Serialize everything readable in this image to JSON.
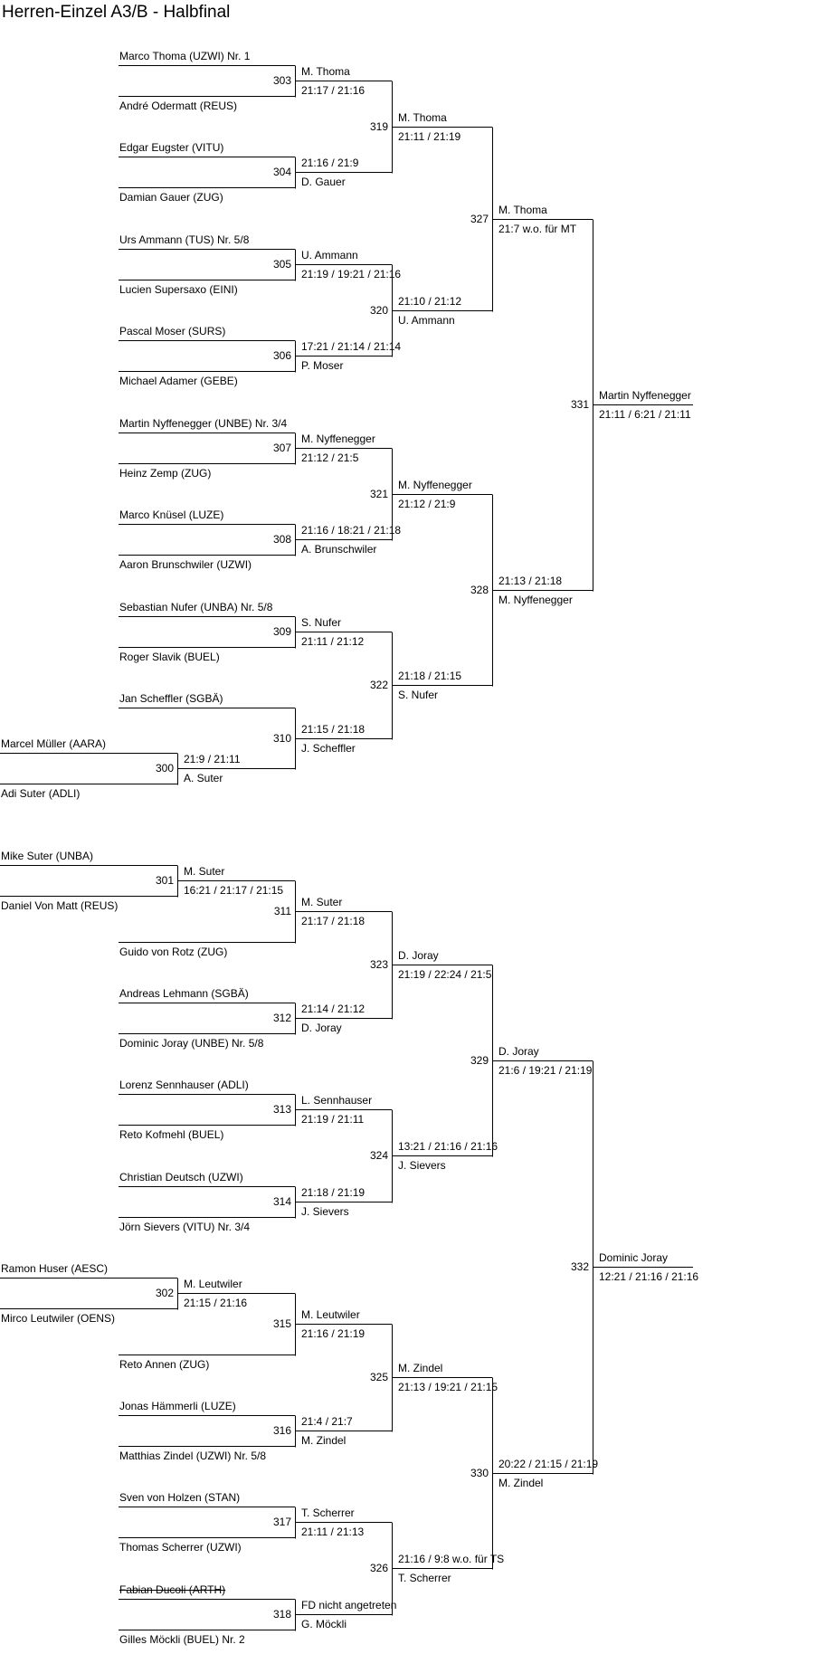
{
  "title": "Herren-Einzel A3/B - Halbfinal",
  "matches": {
    "300": {
      "number": "300",
      "winner": "A. Suter",
      "score": "21:9 / 21:11",
      "top_player": "Marcel Müller (AARA)",
      "bottom_player": "Adi Suter (ADLI)"
    },
    "301": {
      "number": "301",
      "winner": "M. Suter",
      "score": "16:21 / 21:17 / 21:15",
      "top_player": "Mike Suter (UNBA)",
      "bottom_player": "Daniel Von Matt (REUS)"
    },
    "302": {
      "number": "302",
      "winner": "M. Leutwiler",
      "score": "21:15 / 21:16",
      "top_player": "Ramon Huser (AESC)",
      "bottom_player": "Mirco Leutwiler (OENS)"
    },
    "303": {
      "number": "303",
      "winner": "M. Thoma",
      "score": "21:17 / 21:16",
      "top_player": "Marco Thoma (UZWI) Nr. 1",
      "bottom_player": "André Odermatt (REUS)"
    },
    "304": {
      "number": "304",
      "winner": "D. Gauer",
      "score": "21:16 / 21:9",
      "top_player": "Edgar Eugster (VITU)",
      "bottom_player": "Damian Gauer (ZUG)"
    },
    "305": {
      "number": "305",
      "winner": "U. Ammann",
      "score": "21:19 / 19:21 / 21:16",
      "top_player": "Urs Ammann (TUS) Nr. 5/8",
      "bottom_player": "Lucien Supersaxo (EINI)"
    },
    "306": {
      "number": "306",
      "winner": "P. Moser",
      "score": "17:21 / 21:14 / 21:14",
      "top_player": "Pascal Moser (SURS)",
      "bottom_player": "Michael Adamer (GEBE)"
    },
    "307": {
      "number": "307",
      "winner": "M. Nyffenegger",
      "score": "21:12 / 21:5",
      "top_player": "Martin Nyffenegger (UNBE) Nr. 3/4",
      "bottom_player": "Heinz Zemp (ZUG)"
    },
    "308": {
      "number": "308",
      "winner": "A. Brunschwiler",
      "score": "21:16 / 18:21 / 21:18",
      "top_player": "Marco Knüsel (LUZE)",
      "bottom_player": "Aaron Brunschwiler (UZWI)"
    },
    "309": {
      "number": "309",
      "winner": "S. Nufer",
      "score": "21:11 / 21:12",
      "top_player": "Sebastian Nufer (UNBA) Nr. 5/8",
      "bottom_player": "Roger Slavik (BUEL)"
    },
    "310": {
      "number": "310",
      "winner": "J. Scheffler",
      "score": "21:15 / 21:18",
      "top_player": "Jan Scheffler (SGBÄ)"
    },
    "311": {
      "number": "311",
      "winner": "M. Suter",
      "score": "21:17 / 21:18",
      "bottom_player": "Guido von Rotz (ZUG)"
    },
    "312": {
      "number": "312",
      "winner": "D. Joray",
      "score": "21:14 / 21:12",
      "top_player": "Andreas Lehmann (SGBÄ)",
      "bottom_player": "Dominic Joray (UNBE) Nr. 5/8"
    },
    "313": {
      "number": "313",
      "winner": "L. Sennhauser",
      "score": "21:19 / 21:11",
      "top_player": "Lorenz Sennhauser (ADLI)",
      "bottom_player": "Reto Kofmehl (BUEL)"
    },
    "314": {
      "number": "314",
      "winner": "J. Sievers",
      "score": "21:18 / 21:19",
      "top_player": "Christian Deutsch (UZWI)",
      "bottom_player": "Jörn Sievers (VITU) Nr. 3/4"
    },
    "315": {
      "number": "315",
      "winner": "M. Leutwiler",
      "score": "21:16 / 21:19",
      "bottom_player": "Reto Annen (ZUG)"
    },
    "316": {
      "number": "316",
      "winner": "M. Zindel",
      "score": "21:4 / 21:7",
      "top_player": "Jonas Hämmerli (LUZE)",
      "bottom_player": "Matthias Zindel (UZWI) Nr. 5/8"
    },
    "317": {
      "number": "317",
      "winner": "T. Scherrer",
      "score": "21:11 / 21:13",
      "top_player": "Sven von Holzen (STAN)",
      "bottom_player": "Thomas Scherrer (UZWI)"
    },
    "318": {
      "number": "318",
      "winner": "G. Möckli",
      "score": "FD nicht angetreten",
      "top_player": "Fabian Ducoli (ARTH)",
      "top_player_withdrawn": true,
      "bottom_player": "Gilles Möckli (BUEL) Nr. 2"
    },
    "319": {
      "number": "319",
      "winner": "M. Thoma",
      "score": "21:11 / 21:19"
    },
    "320": {
      "number": "320",
      "winner": "U. Ammann",
      "score": "21:10 / 21:12"
    },
    "321": {
      "number": "321",
      "winner": "M. Nyffenegger",
      "score": "21:12 / 21:9"
    },
    "322": {
      "number": "322",
      "winner": "S. Nufer",
      "score": "21:18 / 21:15"
    },
    "323": {
      "number": "323",
      "winner": "D. Joray",
      "score": "21:19 / 22:24 / 21:5"
    },
    "324": {
      "number": "324",
      "winner": "J. Sievers",
      "score": "13:21 / 21:16 / 21:16"
    },
    "325": {
      "number": "325",
      "winner": "M. Zindel",
      "score": "21:13 / 19:21 / 21:15"
    },
    "326": {
      "number": "326",
      "winner": "T. Scherrer",
      "score": "21:16 / 9:8 w.o. für TS"
    },
    "327": {
      "number": "327",
      "winner": "M. Thoma",
      "score": "21:7 w.o. für MT"
    },
    "328": {
      "number": "328",
      "winner": "M. Nyffenegger",
      "score": "21:13 / 21:18"
    },
    "329": {
      "number": "329",
      "winner": "D. Joray",
      "score": "21:6 / 19:21 / 21:19"
    },
    "330": {
      "number": "330",
      "winner": "M. Zindel",
      "score": "20:22 / 21:15 / 21:19"
    },
    "331": {
      "number": "331",
      "winner": "Martin Nyffenegger",
      "score": "21:11 / 6:21 / 21:11"
    },
    "332": {
      "number": "332",
      "winner": "Dominic Joray",
      "score": "12:21 / 21:16 / 21:16"
    }
  }
}
